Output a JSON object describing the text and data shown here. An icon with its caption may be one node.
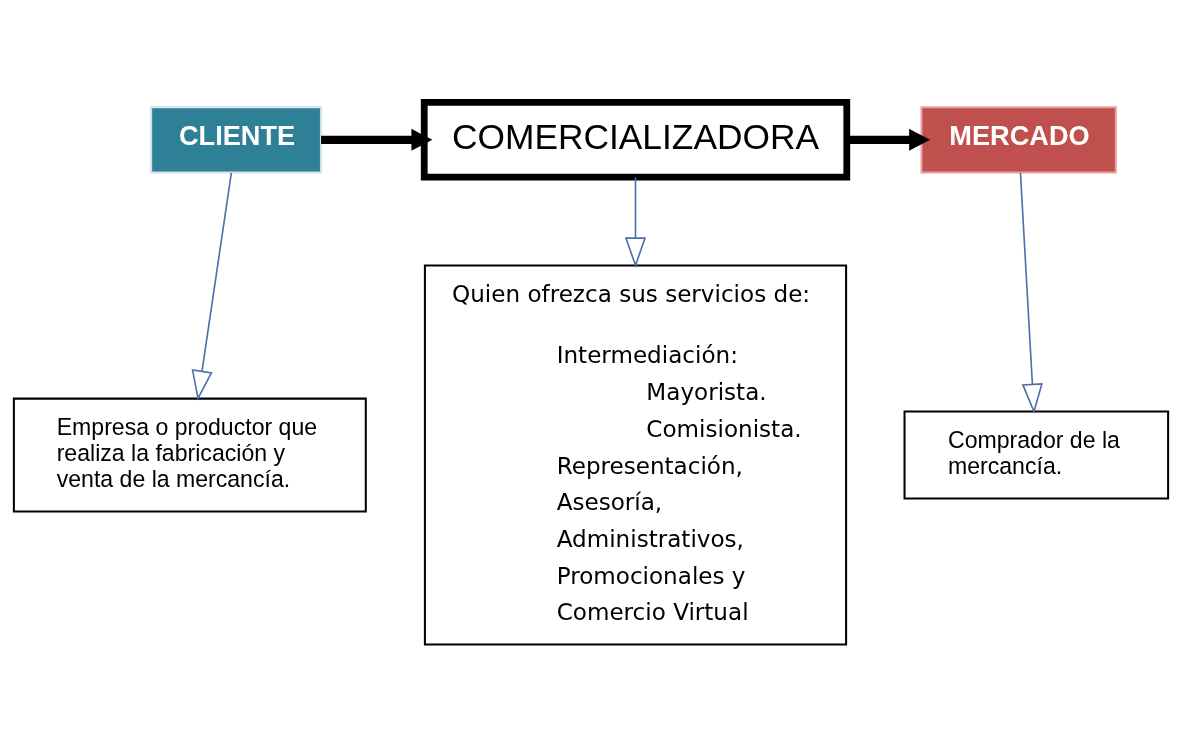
{
  "diagram": {
    "nodes": [
      {
        "text": [
          "CLIENTE"
        ]
      },
      {
        "text": [
          "COMERCIALIZADORA"
        ]
      },
      {
        "text": [
          "MERCADO"
        ]
      },
      {
        "text": [
          "Empresa o productor que realiza la fabricación y venta de la mercancía."
        ]
      },
      {
        "text": [
          "Quien ofrezca sus servicios de:",
          "Intermediación:",
          "Mayorista.",
          "Comisionista.",
          "Representación,",
          "Asesoría,",
          "Administrativos,",
          "Promocionales y",
          "Comercio Virtual"
        ]
      },
      {
        "text": [
          "Comprador de la mercancía."
        ]
      }
    ],
    "edges": [
      {
        "from": 0,
        "to": 1,
        "arrow": "to",
        "style": "thick",
        "color": "#000000"
      },
      {
        "from": 1,
        "to": 2,
        "arrow": "to",
        "style": "thick",
        "color": "#000000"
      },
      {
        "from": 0,
        "to": 3,
        "arrow": "to"
      },
      {
        "from": 1,
        "to": 4,
        "arrow": "to"
      },
      {
        "from": 2,
        "to": 5,
        "arrow": "to"
      }
    ]
  }
}
